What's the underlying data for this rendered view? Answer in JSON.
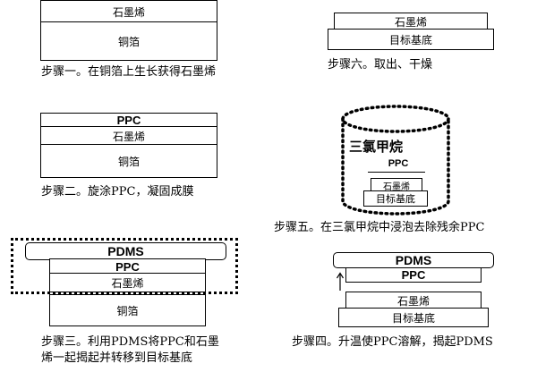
{
  "materials": {
    "graphene": "石墨烯",
    "copper_foil": "铜箔",
    "ppc": "PPC",
    "pdms": "PDMS",
    "target_substrate": "目标基底",
    "chloroform": "三氯甲烷"
  },
  "steps": {
    "s1": "步骤一。在铜箔上生长获得石墨烯",
    "s2": "步骤二。旋涂PPC，凝固成膜",
    "s3_line1": "步骤三。利用PDMS将PPC和石墨",
    "s3_line2": "烯一起揭起并转移到目标基底",
    "s4": "步骤四。升温使PPC溶解，揭起PDMS",
    "s5": "步骤五。在三氯甲烷中浸泡去除残余PPC",
    "s6": "步骤六。取出、干燥"
  }
}
